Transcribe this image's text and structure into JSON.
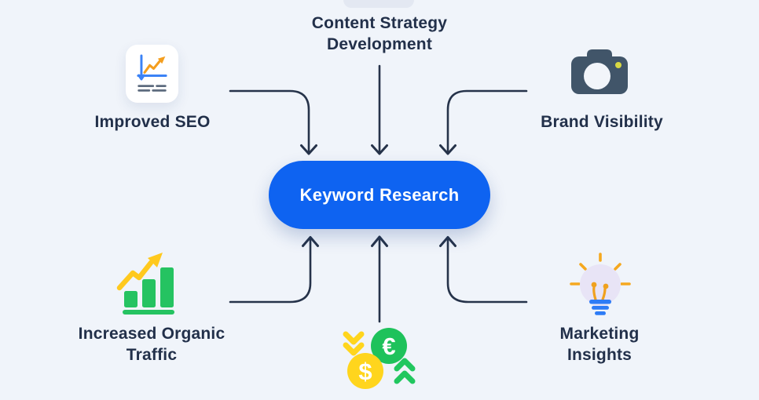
{
  "colors": {
    "background": "#F0F4FA",
    "label_text": "#22304A",
    "arrow": "#26334A",
    "pill_bg": "#0E63F1",
    "pill_text": "#FFFFFF",
    "green": "#25C361",
    "gold": "#FFC91E",
    "orange_trend": "#F49E1E",
    "camera_slate": "#415569",
    "camera_flash_dot": "#D8D843",
    "axis_blue": "#3B82F6",
    "dash_gray": "#5D6B7E",
    "bulb_fill": "#E8E4F6",
    "bulb_base_blue": "#2E7CF6",
    "bulb_ray_orange": "#F5A81F",
    "coin_green": "#1EC25B",
    "coin_yellow": "#FFD51D"
  },
  "center": {
    "label": "Keyword Research"
  },
  "nodes": {
    "top": {
      "label": "Content Strategy\nDevelopment"
    },
    "top_left": {
      "label": "Improved SEO",
      "icon": "line-chart-report-icon"
    },
    "top_right": {
      "label": "Brand Visibility",
      "icon": "camera-icon"
    },
    "bottom_left": {
      "label": "Increased Organic\nTraffic",
      "icon": "bar-chart-growth-icon"
    },
    "bottom_right": {
      "label": "Marketing\nInsights",
      "icon": "lightbulb-icon"
    },
    "bottom": {
      "icon": "currency-exchange-icon",
      "euro_symbol": "€",
      "dollar_symbol": "$"
    }
  }
}
